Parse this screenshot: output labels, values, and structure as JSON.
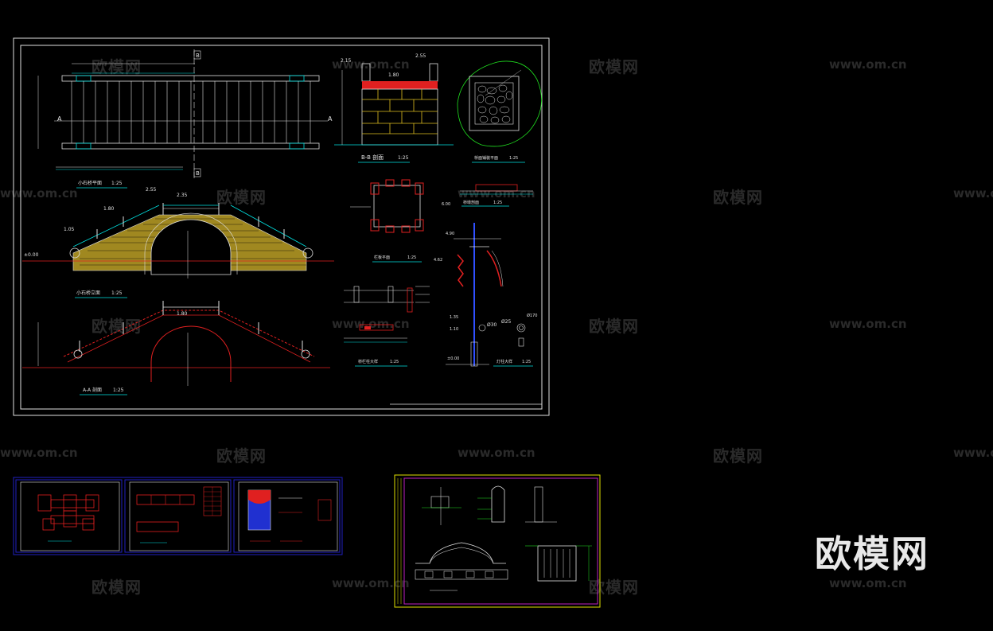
{
  "watermark": {
    "cn": "欧模网",
    "url": "www.om.cn",
    "big": "欧模网"
  },
  "main_sheet": {
    "plan_title": "小石桥平面",
    "plan_scale": "1:25",
    "section_bb_title": "B-B 剖面",
    "section_bb_scale": "1:25",
    "elevation_title": "小石桥立面",
    "elevation_scale": "1:25",
    "section_aa_title": "A-A 剖面",
    "section_aa_scale": "1:25",
    "rail_plan_title": "栏板平面",
    "rail_plan_scale": "1:25",
    "bridge_plan_title": "桥面铺装平面",
    "bridge_plan_scale": "1:25",
    "detail_title_1": "桥墩剖面",
    "detail_title_1_scale": "1:25",
    "detail_title_2": "桥栏柱大样",
    "detail_title_2_scale": "1:25",
    "detail_title_3": "灯柱大样",
    "detail_title_3_scale": "1:25",
    "labels": {
      "A": "A",
      "B": "B",
      "d255": "2.55",
      "d235": "2.35",
      "d180": "1.80",
      "d105": "1.05",
      "d000": "±0.00",
      "d215": "2.15",
      "d600": "6.00",
      "d490": "4.90",
      "d462": "4.62",
      "d135": "1.35",
      "d110": "1.10",
      "d5": "2.55",
      "d8": "1.80",
      "phi30": "Ø30",
      "phi25": "Ø25",
      "phi170": "Ø170"
    }
  },
  "thumbnails": [
    {
      "name": "thumb-1"
    },
    {
      "name": "thumb-2"
    },
    {
      "name": "thumb-3"
    },
    {
      "name": "thumb-4"
    }
  ],
  "colors": {
    "frame_white": "#e0e0e0",
    "frame_blue": "#2020c0",
    "line_cyan": "#00e0e0",
    "line_red": "#e02020",
    "line_yellow": "#e0c020",
    "line_blue": "#3050ff",
    "frame_yellow": "#e0e000",
    "frame_magenta": "#c020c0",
    "brick": "#d0b040",
    "stone": "#a08820"
  }
}
